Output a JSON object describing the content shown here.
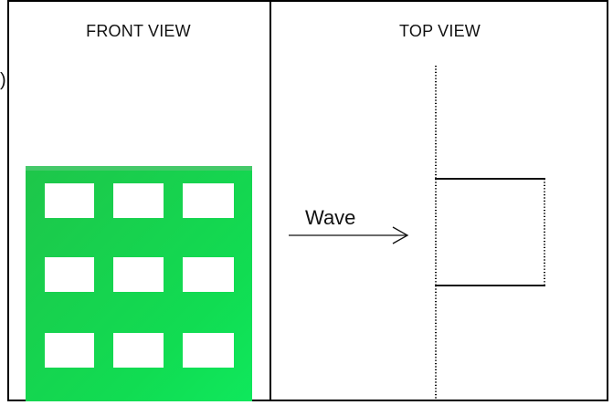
{
  "stray_mark": ")",
  "panels": {
    "front": {
      "title": "FRONT VIEW"
    },
    "top": {
      "title": "TOP VIEW"
    }
  },
  "top_view": {
    "wave_label": "Wave"
  },
  "colors": {
    "panel_green": "#1fbf46",
    "panel_green_light": "#14e85a",
    "line": "#111111"
  }
}
